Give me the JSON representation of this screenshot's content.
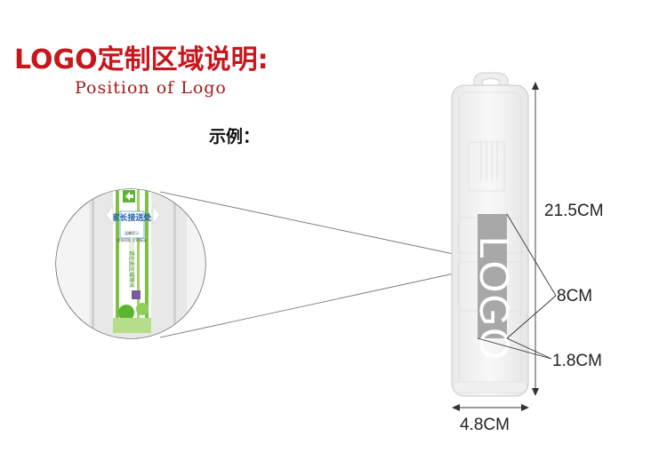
{
  "header": {
    "title": "LOGO定制区域说明:",
    "subtitle": "Position of Logo",
    "example_label": "示例："
  },
  "product": {
    "logo_text": "LOGO",
    "dimensions": {
      "length": "21.5CM",
      "logo_area": "8CM",
      "logo_width": "1.8CM",
      "box_width": "4.8CM"
    }
  },
  "zoom_inset": {
    "sticker_title": "家长接送处",
    "sticker_line": "·温馨提示·",
    "sticker_sub": "保持间距 文明接送",
    "sticker_vertical": "请在此区域等候"
  },
  "colors": {
    "title_red": "#c8161d",
    "sticker_green": "#5cb531",
    "logo_gray": "#a8a8a8"
  }
}
